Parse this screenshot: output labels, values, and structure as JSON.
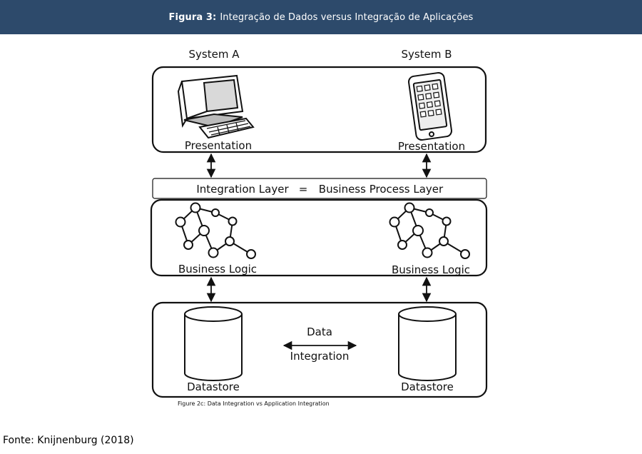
{
  "header": {
    "figure_label": "Figura 3:",
    "title": "Integração de Dados versus Integração de Aplicações"
  },
  "diagram": {
    "system_a": "System A",
    "system_b": "System B",
    "presentation_a": "Presentation",
    "presentation_b": "Presentation",
    "integration_left": "Integration Layer",
    "integration_eq": "=",
    "integration_right": "Business Process Layer",
    "business_logic_a": "Business Logic",
    "business_logic_b": "Business Logic",
    "data_integration_top": "Data",
    "data_integration_bottom": "Integration",
    "datastore_a": "Datastore",
    "datastore_b": "Datastore",
    "caption": "Figure 2c: Data Integration vs Application Integration",
    "icons": {
      "system_a": "desktop-computer-icon",
      "system_b": "smartphone-icon",
      "logic": "network-graph-icon",
      "store": "database-cylinder-icon"
    }
  },
  "footer": {
    "source": "Fonte: Knijnenburg (2018)"
  }
}
